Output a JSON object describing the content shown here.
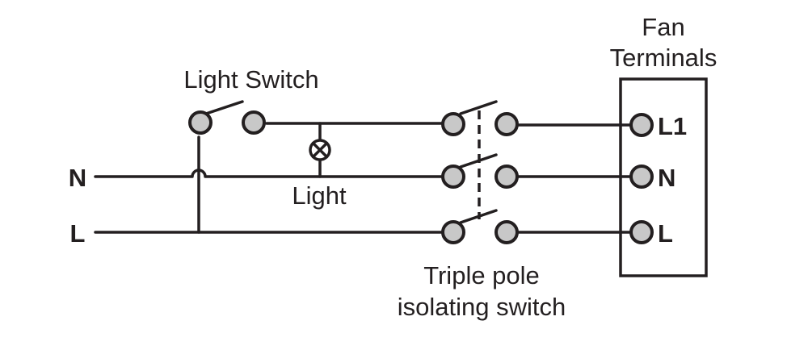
{
  "labels": {
    "light_switch": "Light Switch",
    "light": "Light",
    "fan_line1": "Fan",
    "fan_line2": "Terminals",
    "isolator_line1": "Triple pole",
    "isolator_line2": "isolating switch"
  },
  "supply": {
    "neutral": "N",
    "live": "L"
  },
  "fan_terminals": [
    "L1",
    "N",
    "L"
  ],
  "colors": {
    "ink": "#231f20",
    "terminal_fill": "#c8c8c8",
    "background": "#ffffff"
  }
}
